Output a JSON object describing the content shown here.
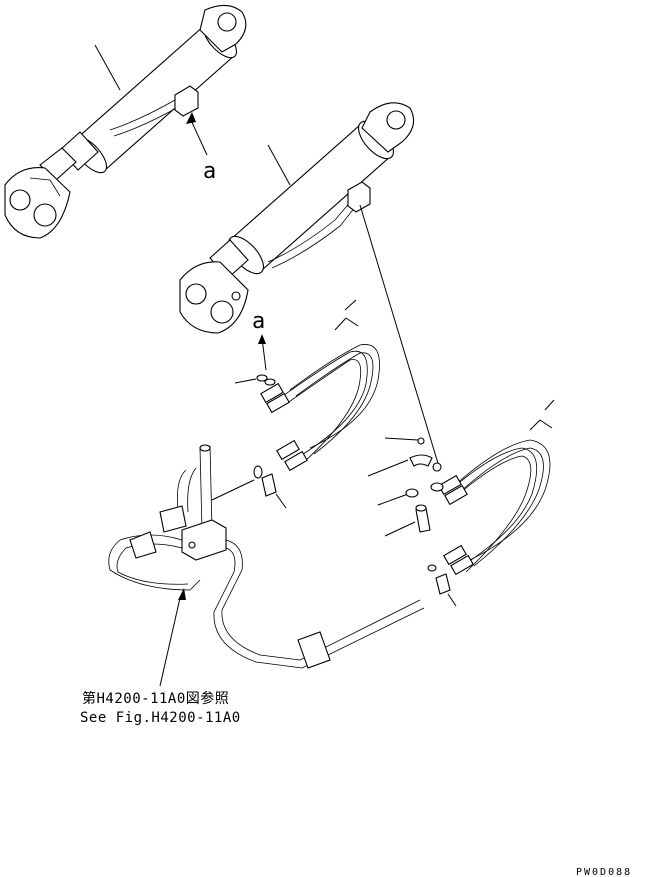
{
  "callouts": {
    "detail_a_upper": "a",
    "detail_a_lower": "a"
  },
  "reference": {
    "jp": "第H4200-11A0図参照",
    "en": "See Fig.H4200-11A0"
  },
  "drawing_code": "PW0D088"
}
